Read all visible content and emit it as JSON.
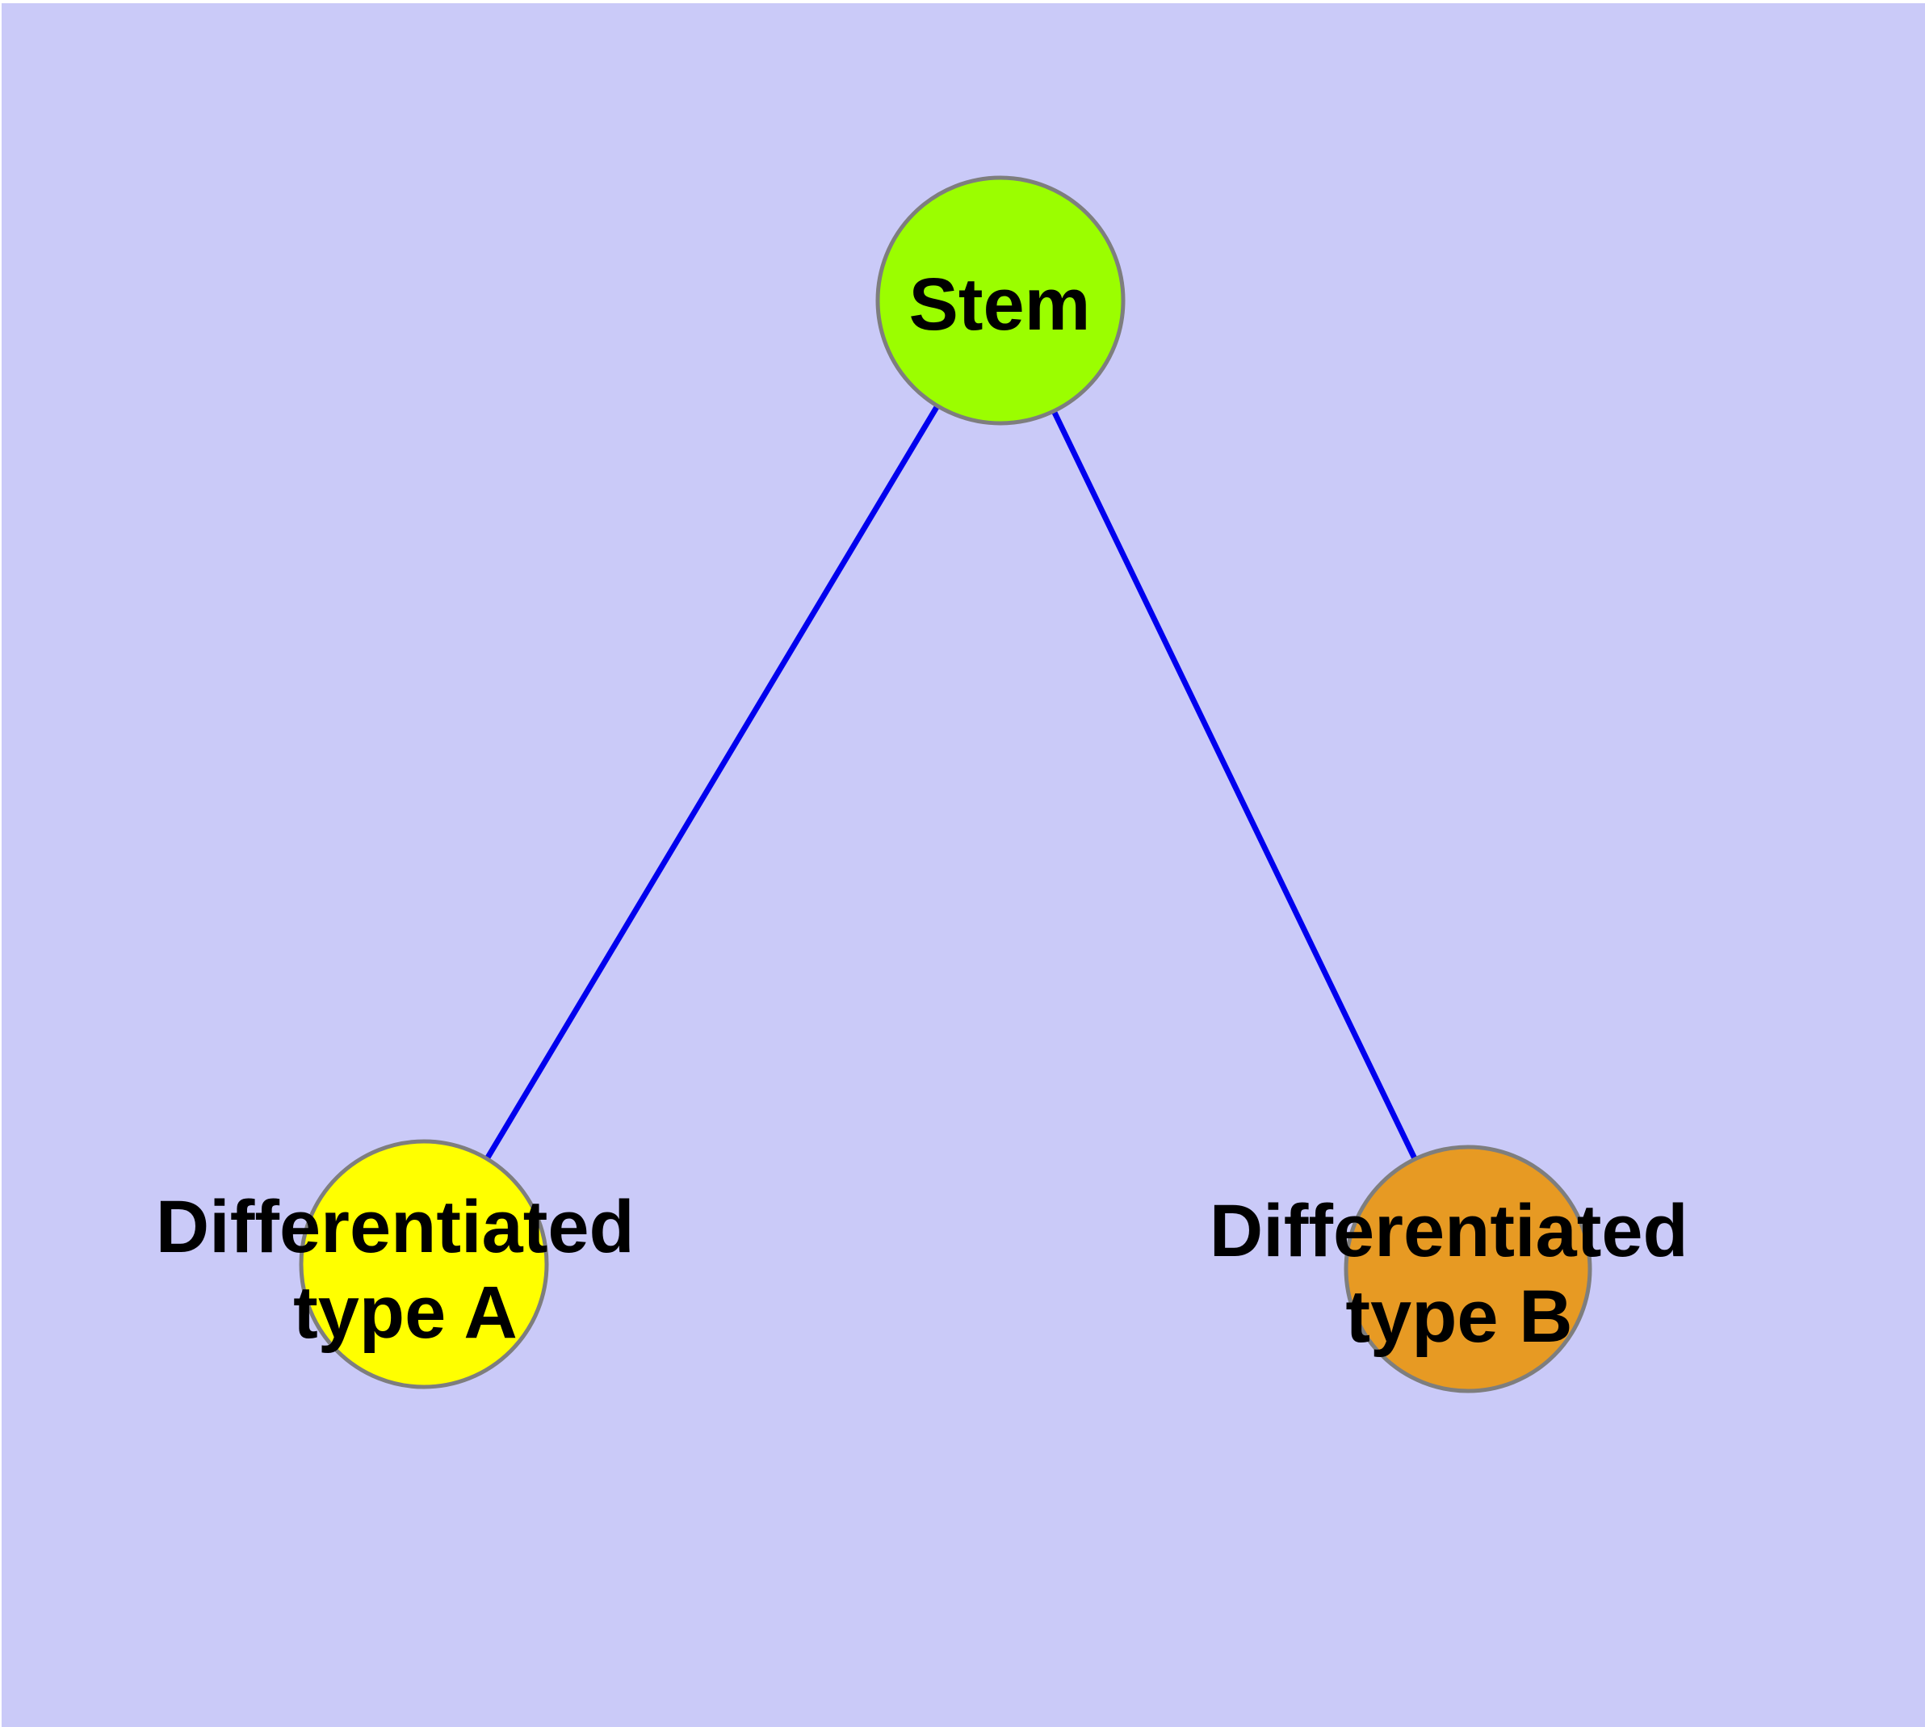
{
  "canvas": {
    "background_color": "#CACAF8",
    "page_edge_color": "#FFFFFF"
  },
  "graph": {
    "type": "node-link-diagram",
    "edge_color": "#0000EE",
    "node_border_color": "#7E7E7E",
    "label_color": "#000000",
    "nodes": [
      {
        "id": "stem",
        "label": "Stem",
        "label_lines": [
          "Stem"
        ],
        "fill": "#9BFE00"
      },
      {
        "id": "differentiated-type-a",
        "label": "Differentiated type A",
        "label_lines": [
          "Differentiated",
          "type A"
        ],
        "fill": "#FFFF00"
      },
      {
        "id": "differentiated-type-b",
        "label": "Differentiated type B",
        "label_lines": [
          "Differentiated",
          "type B"
        ],
        "fill": "#E79A23"
      }
    ],
    "edges": [
      {
        "from": "stem",
        "to": "differentiated-type-a"
      },
      {
        "from": "stem",
        "to": "differentiated-type-b"
      }
    ]
  }
}
